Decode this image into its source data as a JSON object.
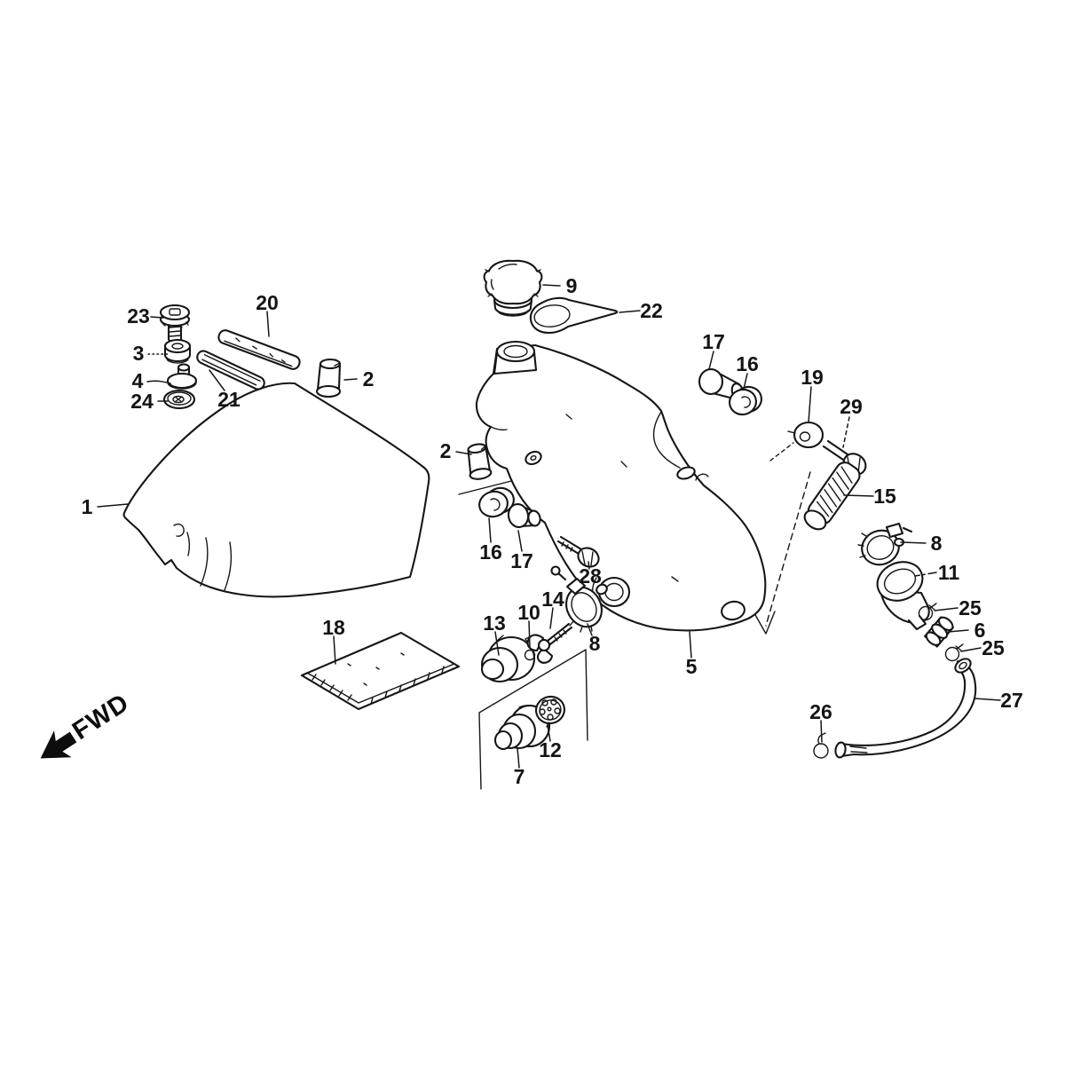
{
  "figure": {
    "background_color": "#ffffff",
    "ink_color": "#161616"
  },
  "callouts": {
    "c1": "1",
    "c2_top": "2",
    "c2_side": "2",
    "c3": "3",
    "c4": "4",
    "c5": "5",
    "c6": "6",
    "c7": "7",
    "c8_center": "8",
    "c8_right": "8",
    "c9": "9",
    "c10": "10",
    "c11": "11",
    "c12": "12",
    "c13": "13",
    "c14": "14",
    "c15": "15",
    "c16_left": "16",
    "c16_right": "16",
    "c17_left": "17",
    "c17_right": "17",
    "c18": "18",
    "c19": "19",
    "c20": "20",
    "c21": "21",
    "c22": "22",
    "c23": "23",
    "c24": "24",
    "c25_upper": "25",
    "c25_lower": "25",
    "c26": "26",
    "c27": "27",
    "c28": "28",
    "c29": "29"
  },
  "fwd": {
    "label": "FWD"
  }
}
